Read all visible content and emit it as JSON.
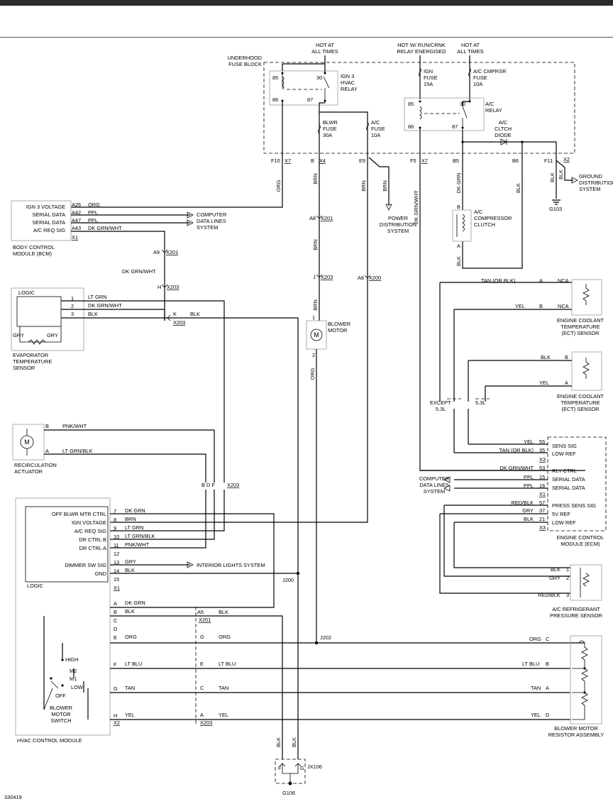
{
  "underhood": {
    "block_label": [
      "UNDERHOOD",
      "FUSE BLOCK"
    ],
    "hot_all_times": [
      "HOT AT",
      "ALL TIMES"
    ],
    "hot_run_crnk": [
      "HOT W/ RUN/CRNK",
      "RELAY ENERGISED"
    ],
    "hot_all_times_2": [
      "HOT AT",
      "ALL TIMES"
    ],
    "ign3_relay": [
      "IGN 3",
      "HVAC",
      "RELAY"
    ],
    "ac_relay": [
      "A/C",
      "RELAY"
    ],
    "ign_fuse": [
      "IGN",
      "FUSE",
      "15A"
    ],
    "ac_cmprsr_fuse": [
      "A/C CMPRSR",
      "FUSE",
      "10A"
    ],
    "blwr_fuse": [
      "BLWR",
      "FUSE",
      "30A"
    ],
    "ac_fuse": [
      "A/C",
      "FUSE",
      "10A"
    ],
    "clutch_diode": [
      "A/C",
      "CLTCH",
      "DIODE"
    ],
    "relay_pins": {
      "p85a": "85",
      "p30a": "30",
      "p86a": "86",
      "p87a": "87",
      "p85b": "85",
      "p30b": "30",
      "p86b": "86",
      "p87b": "87"
    },
    "connectors": {
      "f10": "F10",
      "x7a": "X7",
      "b": "B",
      "x4": "X4",
      "e9": "E9",
      "f5": "F5",
      "x7b": "X7",
      "b5": "B5",
      "b6": "B6",
      "f11": "F11",
      "x2": "X2"
    }
  },
  "wires": {
    "org": "ORG",
    "brn": "BRN",
    "dk_grn_wht": "DK GRN/WHT",
    "ppl": "PPL",
    "blk": "BLK",
    "lt_grn": "LT GRN",
    "pnk_wht": "PNK/WHT",
    "lt_grn_blk": "LT GRN/BLK",
    "dk_grn": "DK GRN",
    "gry": "GRY",
    "lt_blu": "LT BLU",
    "tan": "TAN",
    "yel": "YEL",
    "tan_or_blk": "TAN    (OR BLK)",
    "tan_or_blk2": "TAN  (OR BLK)",
    "red_blk": "RED/BLK"
  },
  "bcm": {
    "rows": [
      {
        "label": "IGN 3 VOLTAGE",
        "pin": "A26",
        "wire": "ORG"
      },
      {
        "label": "SERIAL DATA",
        "pin": "A42",
        "wire": "PPL"
      },
      {
        "label": "SERIAL DATA",
        "pin": "A47",
        "wire": "PPL"
      },
      {
        "label": "A/C REQ SIG",
        "pin": "A43",
        "wire": "DK GRN/WHT"
      }
    ],
    "conn": "X1",
    "name": [
      "BODY CONTROL",
      "MODULE (BCM)"
    ]
  },
  "computer_data_lines": [
    "COMPUTER",
    "DATA LINES",
    "SYSTEM"
  ],
  "power_distribution": [
    "POWER",
    "DISTRIBUTION",
    "SYSTEM"
  ],
  "ground_distribution": [
    "GROUND",
    "DISTRIBUTION",
    "SYSTEM"
  ],
  "inline": {
    "a9": "A9",
    "x201a": "X201",
    "h": "H",
    "x203a": "X203",
    "a8": "A8",
    "x201b": "X201",
    "j": "J",
    "x203b": "X203",
    "a8b": "A8",
    "x200": "X200",
    "k": "K",
    "x203c": "X203",
    "a5": "A5",
    "x201c": "X201",
    "x203d": "X203",
    "bdf": "B  D  F",
    "x203e": "X203"
  },
  "evap": {
    "logic": "LOGIC",
    "gry1": "GRY",
    "gry2": "GRY",
    "pins": [
      "1",
      "2",
      "3"
    ],
    "name": [
      "EVAPORATOR",
      "TEMPERATURE",
      "SENSOR"
    ]
  },
  "blower_motor": {
    "name": [
      "BLOWER",
      "MOTOR"
    ],
    "p1": "1",
    "p2": "2"
  },
  "compressor": {
    "name": [
      "A/C",
      "COMPRESSOR",
      "CLUTCH"
    ],
    "pb": "B",
    "pa": "A"
  },
  "recirc": {
    "name": [
      "RECIRCULATION",
      "ACTUATOR"
    ],
    "pb": "B",
    "pa": "A"
  },
  "hvac": {
    "rows": [
      {
        "label": "OFF BLWR MTR CTRL",
        "pin": "7",
        "wire": "DK GRN"
      },
      {
        "label": "IGN VOLTAGE",
        "pin": "8",
        "wire": "BRN"
      },
      {
        "label": "A/C REQ SIG",
        "pin": "9",
        "wire": "LT GRN"
      },
      {
        "label": "DR CTRL B",
        "pin": "10",
        "wire": "LT GRN/BLK"
      },
      {
        "label": "DR CTRL A",
        "pin": "11",
        "wire": "PNK/WHT"
      },
      {
        "label": "",
        "pin": "12",
        "wire": ""
      },
      {
        "label": "DIMMER SW SIG",
        "pin": "13",
        "wire": "GRY"
      },
      {
        "label": "GND",
        "pin": "14",
        "wire": "BLK"
      },
      {
        "label": "",
        "pin": "15",
        "wire": ""
      }
    ],
    "x1": "X1",
    "logic": "LOGIC",
    "lower_pins": [
      "A",
      "B",
      "C",
      "D",
      "E",
      "F",
      "G",
      "H"
    ],
    "x2": "X2",
    "switch": {
      "high": "HIGH",
      "m2": "M2",
      "m1": "M1",
      "low": "LOW",
      "off": "OFF",
      "name": [
        "BLOWER",
        "MOTOR",
        "SWITCH"
      ]
    },
    "name": "HVAC CONTROL MODULE",
    "interior_lights": "INTERIOR LIGHTS SYSTEM"
  },
  "splices": {
    "j200": "J200",
    "j202": "J202",
    "jx106": "JX106",
    "g106": "G106",
    "g103": "G103"
  },
  "ect1": {
    "name": [
      "ENGINE COOLANT",
      "TEMPERATURE",
      "(ECT) SENSOR"
    ],
    "pa": "A",
    "pb": "B",
    "nca": "NCA",
    "ncb": "NCA"
  },
  "ect2": {
    "name": [
      "ENGINE COOLANT",
      "TEMPERATURE",
      "(ECT) SENSOR"
    ],
    "pb": "B",
    "pa": "A"
  },
  "except": {
    "a": "EXCEPT",
    "b": "5.3L",
    "c": "5.3L"
  },
  "ecm": {
    "rows": [
      {
        "pin": "55",
        "label": "SENS SIG",
        "wire": "YEL"
      },
      {
        "pin": "35",
        "label": "LOW REF",
        "wire": "TAN  (OR BLK)"
      },
      {
        "pin": "",
        "label": "X3",
        "wire": ""
      },
      {
        "pin": "53",
        "label": "RLY CTRL",
        "wire": "DK GRN/WHT"
      },
      {
        "pin": "15",
        "label": "SERIAL DATA",
        "wire": "PPL"
      },
      {
        "pin": "16",
        "label": "SERIAL DATA",
        "wire": "PPL"
      },
      {
        "pin": "",
        "label": "X1",
        "wire": ""
      },
      {
        "pin": "57",
        "label": "PRESS SENS SIG",
        "wire": "RED/BLK"
      },
      {
        "pin": "37",
        "label": "5V REF",
        "wire": "GRY"
      },
      {
        "pin": "21",
        "label": "LOW REF",
        "wire": "BLK"
      },
      {
        "pin": "",
        "label": "X3",
        "wire": ""
      }
    ],
    "name": [
      "ENGINE CONTROL",
      "MODULE (ECM)"
    ]
  },
  "pressure_sensor": {
    "name": [
      "A/C REFRIGERANT",
      "PRESSURE SENSOR"
    ],
    "p1": "1",
    "p2": "2",
    "p3": "3",
    "w1": "BLK",
    "w2": "GRY",
    "w3": "RED/BLK"
  },
  "resistor": {
    "rows": [
      {
        "wire": "ORG",
        "pin": "C"
      },
      {
        "wire": "LT BLU",
        "pin": "B"
      },
      {
        "wire": "TAN",
        "pin": "A"
      },
      {
        "wire": "YEL",
        "pin": "D"
      }
    ],
    "name": [
      "BLOWER MOTOR",
      "RESISTOR ASSEMBLY"
    ]
  },
  "x203_pins_left": [
    "G",
    "E",
    "C",
    "A"
  ],
  "diagram_number": "330419"
}
